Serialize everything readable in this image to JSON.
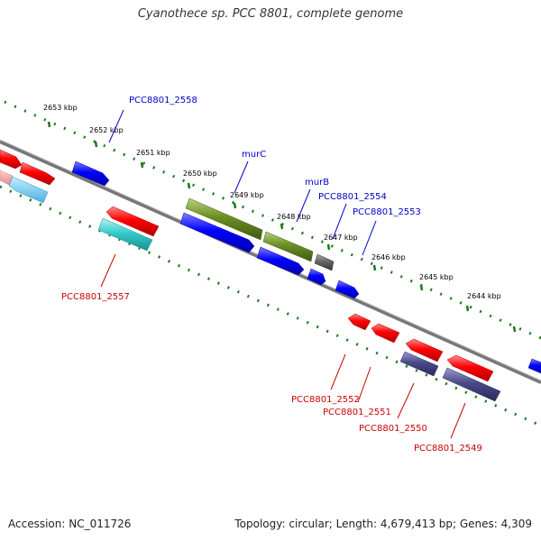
{
  "title": "Cyanothece sp. PCC 8801, complete genome",
  "footer": {
    "accession": "Accession: NC_011726",
    "summary": "Topology: circular; Length: 4,679,413 bp; Genes: 4,309"
  },
  "ticks": [
    "2653 kbp",
    "2652 kbp",
    "2651 kbp",
    "2650 kbp",
    "2649 kbp",
    "2648 kbp",
    "2647 kbp",
    "2646 kbp",
    "2645 kbp",
    "2644 kbp"
  ],
  "gene_labels": {
    "pcc2558": "PCC8801_2558",
    "murC": "murC",
    "murB": "murB",
    "pcc2554": "PCC8801_2554",
    "pcc2553": "PCC8801_2553",
    "pcc2557": "PCC8801_2557",
    "pcc2552": "PCC8801_2552",
    "pcc2551": "PCC8801_2551",
    "pcc2550": "PCC8801_2550",
    "pcc2549": "PCC8801_2549"
  },
  "colors": {
    "forward_label": "#0000cc",
    "reverse_label": "#cc0000",
    "tick": "#1a7a1a",
    "backbone": "#888888",
    "red": "#ff0000",
    "blue": "#0000ff",
    "cyan": "#33cccc",
    "olive": "#6b8e23",
    "gray": "#666666",
    "slate": "#4a4a8a"
  }
}
